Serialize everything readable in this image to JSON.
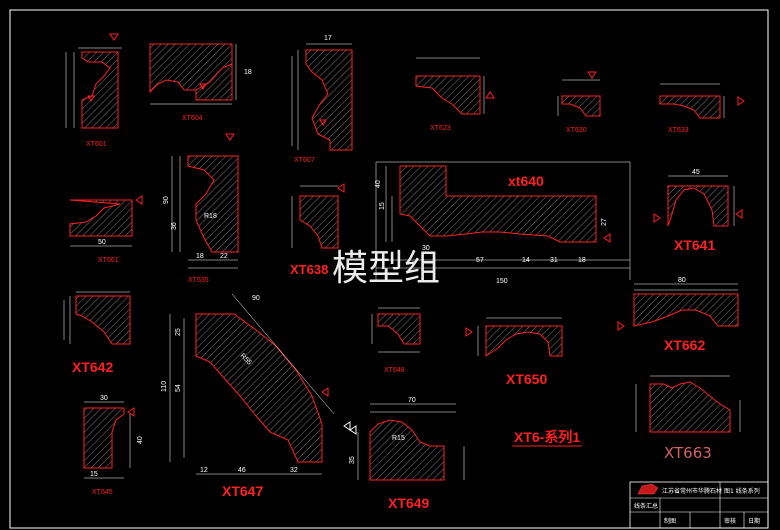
{
  "watermark": "模型组",
  "series_title": "XT6-系列1",
  "profiles": {
    "xt601": "XT601",
    "xt604": "XT604",
    "xt607": "XT607",
    "xt623": "XT623",
    "xt630": "XT630",
    "xt633": "XT633",
    "xt661": "XT661",
    "xt635": "XT635",
    "xt638": "XT638",
    "xt640": "xt640",
    "xt641": "XT641",
    "xt642": "XT642",
    "xt648": "XT648",
    "xt650": "XT650",
    "xt662": "XT662",
    "xt663": "XT663",
    "xt645": "XT645",
    "xt647": "XT647",
    "xt649": "XT649"
  },
  "dimensions": {
    "d_xt604_top": "18",
    "d_xt607_top": "17",
    "d_xt635_90": "90",
    "d_xt635_18": "18",
    "d_xt635_22": "22",
    "d_xt635_36": "36",
    "d_xt635_r18": "R18",
    "d_xt661_50": "50",
    "d_xt640_40": "40",
    "d_xt640_15": "15",
    "d_xt640_30": "30",
    "d_xt640_57": "57",
    "d_xt640_14": "14",
    "d_xt640_31": "31",
    "d_xt640_18": "18",
    "d_xt640_150": "150",
    "d_xt640_27": "27",
    "d_xt641_45": "45",
    "d_xt662_80": "80",
    "d_xt647_90": "90",
    "d_xt647_110": "110",
    "d_xt647_54": "54",
    "d_xt647_25": "25",
    "d_xt647_12": "12",
    "d_xt647_46": "46",
    "d_xt647_32": "32",
    "d_xt647_r55": "R55",
    "d_xt645_30": "30",
    "d_xt645_40": "40",
    "d_xt645_15": "15",
    "d_xt649_70": "70",
    "d_xt649_35": "35",
    "d_xt649_r15": "R15"
  },
  "title_block": {
    "company": "江苏省常州市华腾石材",
    "sheet": "图1 线条系列",
    "row1": "线条汇总",
    "row2_a": "制图",
    "row2_b": "审核",
    "row2_c": "日期"
  },
  "colors": {
    "background": "#000000",
    "outline": "#ff2020",
    "dimension": "#ffffff",
    "hatch": "#9a9a9a",
    "frame": "#ffffff"
  }
}
